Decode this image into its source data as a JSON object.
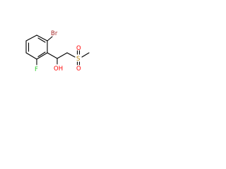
{
  "molecule": {
    "atoms": {
      "br": "Br",
      "f": "F",
      "oh": "OH",
      "s": "S",
      "o_top": "O",
      "o_bottom": "O"
    },
    "colors": {
      "bond": "#000000",
      "br": "#a52a2a",
      "f": "#32cd32",
      "o": "#ff0000",
      "s": "#b8860b"
    }
  }
}
